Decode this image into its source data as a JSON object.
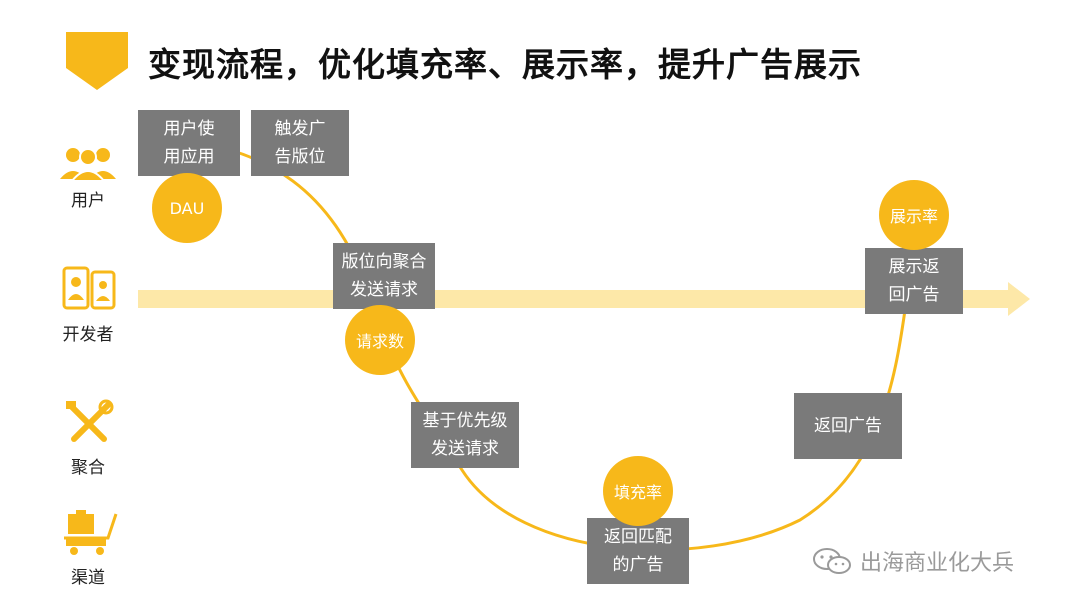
{
  "title": "变现流程，优化填充率、展示率，提升广告展示",
  "roles": [
    {
      "label": "用户",
      "icon": "users-icon"
    },
    {
      "label": "开发者",
      "icon": "phones-icon"
    },
    {
      "label": "聚合",
      "icon": "tools-icon"
    },
    {
      "label": "渠道",
      "icon": "cart-icon"
    }
  ],
  "steps": [
    {
      "line1": "用户使",
      "line2": "用应用"
    },
    {
      "line1": "触发广",
      "line2": "告版位"
    },
    {
      "line1": "版位向聚合",
      "line2": "发送请求"
    },
    {
      "line1": "基于优先级",
      "line2": "发送请求"
    },
    {
      "line1": "返回匹配",
      "line2": "的广告"
    },
    {
      "line1": "返回广告",
      "line2": ""
    },
    {
      "line1": "展示返",
      "line2": "回广告"
    }
  ],
  "metrics": [
    "DAU",
    "请求数",
    "填充率",
    "展示率"
  ],
  "watermark": "出海商业化大兵",
  "colors": {
    "accent": "#f7b81a",
    "box": "#7a7a7a",
    "arrow": "#fde8a8"
  }
}
